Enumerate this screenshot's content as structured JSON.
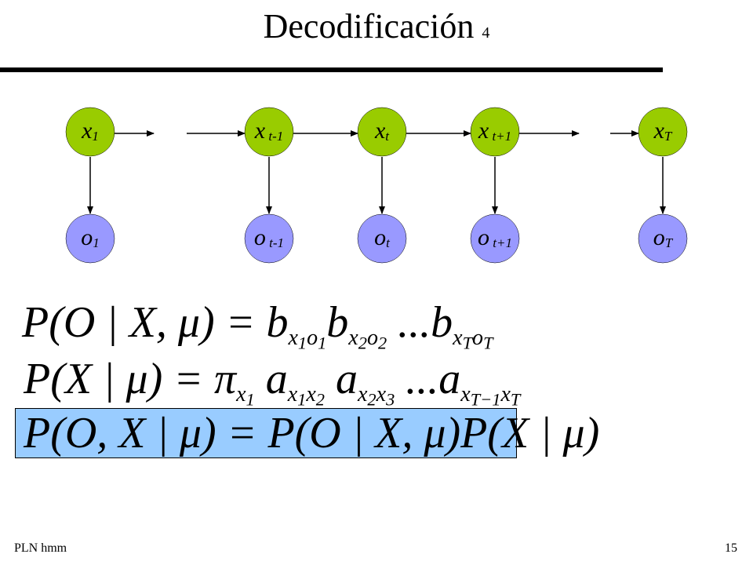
{
  "title": {
    "main": "Decodificación",
    "sub": "4"
  },
  "nodes": {
    "states": [
      {
        "base": "x",
        "sub": "1"
      },
      {
        "base": "x",
        "sub": " t-1"
      },
      {
        "base": "x",
        "sub": "t"
      },
      {
        "base": "x",
        "sub": " t+1"
      },
      {
        "base": "x",
        "sub": "T"
      }
    ],
    "observations": [
      {
        "base": "o",
        "sub": "1"
      },
      {
        "base": "o",
        "sub": " t-1"
      },
      {
        "base": "o",
        "sub": "t"
      },
      {
        "base": "o",
        "sub": " t+1"
      },
      {
        "base": "o",
        "sub": "T"
      }
    ]
  },
  "colors": {
    "state_fill": "#99cc00",
    "obs_fill": "#9999ff",
    "highlight": "#99ccff"
  },
  "equations": {
    "eq1": "P(O | X, μ) = b_{x1 o1} b_{x2 o2} ...b_{xT oT}",
    "eq2": "P(X | μ) = π_{x1} a_{x1 x2} a_{x2 x3} ...a_{xT−1 xT}",
    "eq3": "P(O, X | μ) = P(O | X, μ)P(X | μ)"
  },
  "footer": {
    "left": "PLN  hmm",
    "right": "15"
  }
}
